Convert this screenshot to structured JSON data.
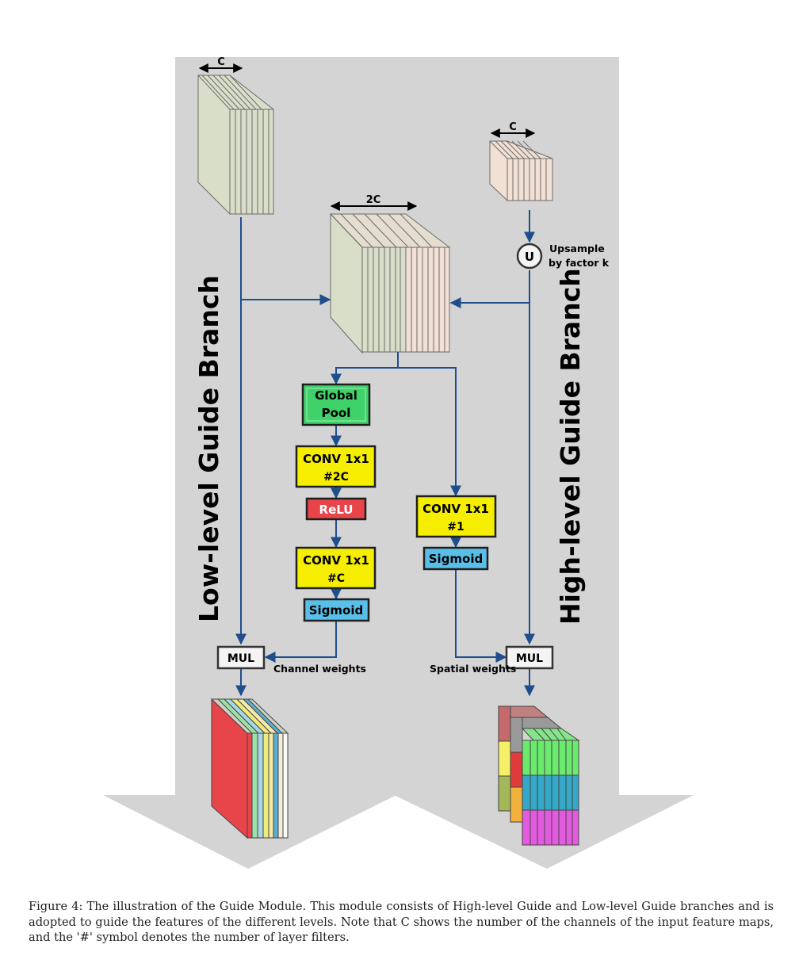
{
  "diagram": {
    "channel_label_low": "C",
    "channel_label_concat": "2C",
    "channel_label_high": "C",
    "upsample_symbol": "U",
    "upsample_line1": "Upsample",
    "upsample_line2": "by factor k",
    "branch_low": "Low-level Guide Branch",
    "branch_high": "High-level Guide Branch",
    "global_pool_1": "Global",
    "global_pool_2": "Pool",
    "conv_2c_1": "CONV 1x1",
    "conv_2c_2": "#2C",
    "relu": "ReLU",
    "conv_c_1": "CONV 1x1",
    "conv_c_2": "#C",
    "sigmoid_left": "Sigmoid",
    "conv_1_1": "CONV 1x1",
    "conv_1_2": "#1",
    "sigmoid_right": "Sigmoid",
    "mul_left": "MUL",
    "mul_right": "MUL",
    "channel_weights": "Channel weights",
    "spatial_weights": "Spatial weights"
  },
  "colors": {
    "background_arrow": "#d4d4d4",
    "arrow_line": "#1f4e8c",
    "low_feature": "#d9dec8",
    "high_feature": "#f1e0d3",
    "global_pool": "#3fd16a",
    "conv": "#f5ee00",
    "relu": "#e8454b",
    "sigmoid": "#59bfe8"
  },
  "caption": "Figure 4: The illustration of the Guide Module. This module consists of High-level Guide and Low-level Guide branches and is adopted to guide the features of the different levels. Note that C shows the number of the channels of the input feature maps, and the '#' symbol denotes the number of layer filters."
}
